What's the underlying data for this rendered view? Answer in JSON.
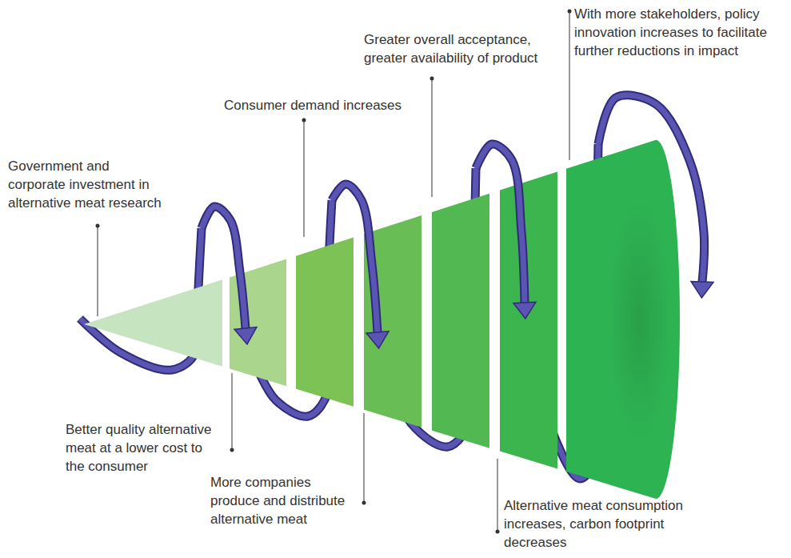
{
  "diagram": {
    "labels": [
      "Government and corporate investment in alternative meat research",
      "Consumer demand increases",
      "Greater overall acceptance, greater availability of product",
      "With more stakeholders, policy innovation increases to facilitate further reductions in impact",
      "Better quality alternative meat at a lower cost to the consumer",
      "More companies produce and distribute alternative meat",
      "Alternative meat consumption increases, carbon footprint decreases"
    ]
  }
}
